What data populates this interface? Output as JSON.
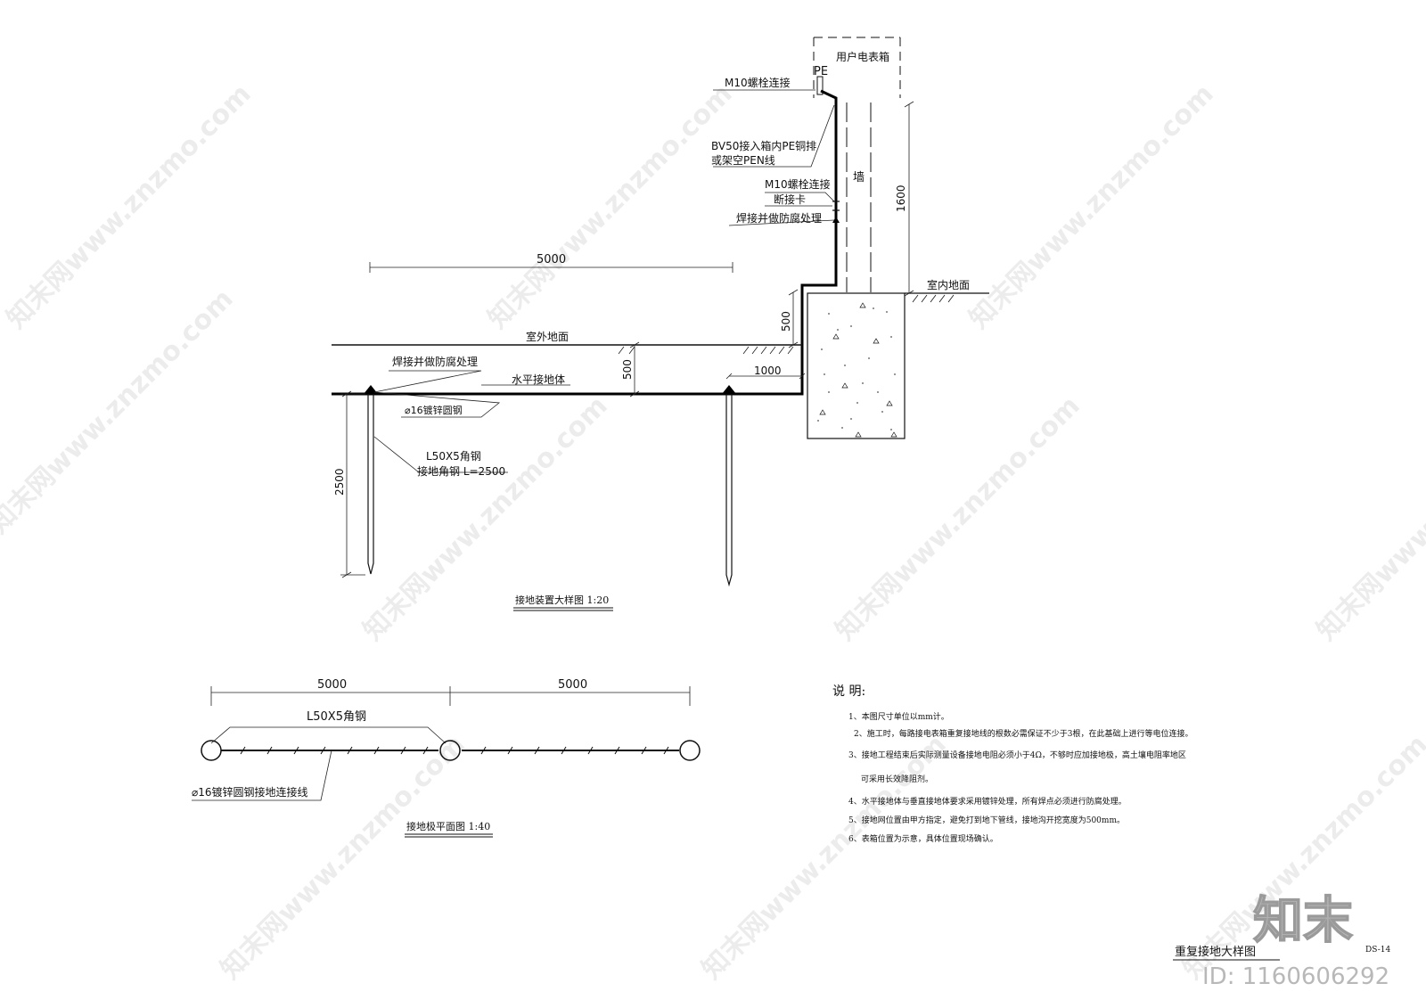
{
  "top_detail": {
    "meter_box": "用户电表箱",
    "pe_label": "PE",
    "callout_m10_top": "M10螺栓连接",
    "callout_bv50_line1": "BV50接入箱内PE铜排",
    "callout_bv50_line2": "或架空PEN线",
    "callout_m10_mid": "M10螺栓连接",
    "callout_break_card": "断接卡",
    "callout_weld_upper": "焊接并做防腐处理",
    "wall_label": "墙",
    "dim_1600": "1600",
    "indoor_floor": "室内地面",
    "dim_5000": "5000",
    "dim_500_upper": "500",
    "outdoor_ground": "室外地面",
    "callout_weld_lower": "焊接并做防腐处理",
    "horizontal_conductor": "水平接地体",
    "dim_500_lower": "500",
    "dim_1000": "1000",
    "round_steel": "⌀16镀锌圆钢",
    "angle_steel_line1": "L50X5角钢",
    "angle_steel_line2": "接地角钢  L=2500",
    "dim_2500": "2500",
    "caption": "接地装置大样图 1:20"
  },
  "plan_detail": {
    "dim_left": "5000",
    "dim_right": "5000",
    "angle_label": "L50X5角钢",
    "link_label": "⌀16镀锌圆钢接地连接线",
    "caption": "接地极平面图 1:40"
  },
  "notes": {
    "heading": "说  明:",
    "items": [
      "1、本图尺寸单位以mm计。",
      "2、施工时，每路接电表箱重复接地线的根数必需保证不少于3根，在此基础上进行等电位连接。",
      "3、接地工程结束后实际测量设备接地电阻必须小于4Ω，不够时应加接地极，高土壤电阻率地区",
      "可采用长效降阻剂。",
      "4、水平接地体与垂直接地体要求采用镀锌处理，所有焊点必须进行防腐处理。",
      "5、接地网位置由甲方指定，避免打到地下管线，接地沟开挖宽度为500mm。",
      "6、表箱位置为示意，具体位置现场确认。"
    ]
  },
  "title_block": {
    "drawing_title": "重复接地大样图",
    "drawing_number": "DS-14"
  },
  "watermark": {
    "repeated_text": "知末网www.znzmo.com",
    "brand": "知末",
    "id_text": "ID: 1160606292"
  }
}
